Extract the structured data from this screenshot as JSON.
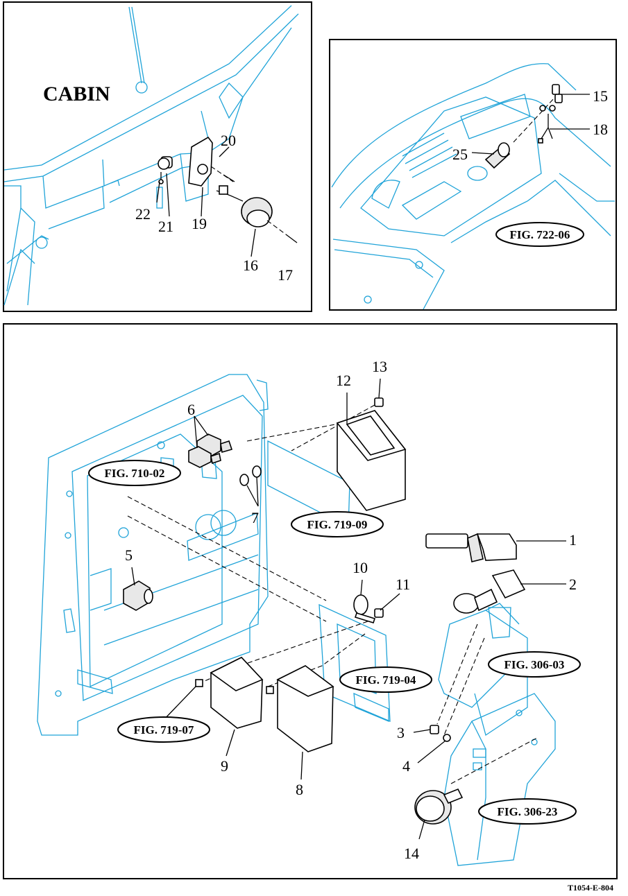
{
  "panels": {
    "cabin_title": "CABIN",
    "console_ref": "FIG. 722-06"
  },
  "callouts": {
    "p1": "1",
    "p2": "2",
    "p3": "3",
    "p4": "4",
    "p5": "5",
    "p6": "6",
    "p7": "7",
    "p8": "8",
    "p9": "9",
    "p10": "10",
    "p11": "11",
    "p12": "12",
    "p13": "13",
    "p14": "14",
    "p15": "15",
    "p16": "16",
    "p17": "17",
    "p18": "18",
    "p19": "19",
    "p20": "20",
    "p21": "21",
    "p22": "22",
    "p25": "25"
  },
  "figure_refs": {
    "f710_02": "FIG. 710-02",
    "f719_09": "FIG. 719-09",
    "f719_04": "FIG. 719-04",
    "f719_07": "FIG. 719-07",
    "f306_03": "FIG. 306-03",
    "f306_23": "FIG. 306-23"
  },
  "drawing_code": "T1054-E-804",
  "colors": {
    "outline": "#1fa3d8",
    "parts": "#000000"
  }
}
